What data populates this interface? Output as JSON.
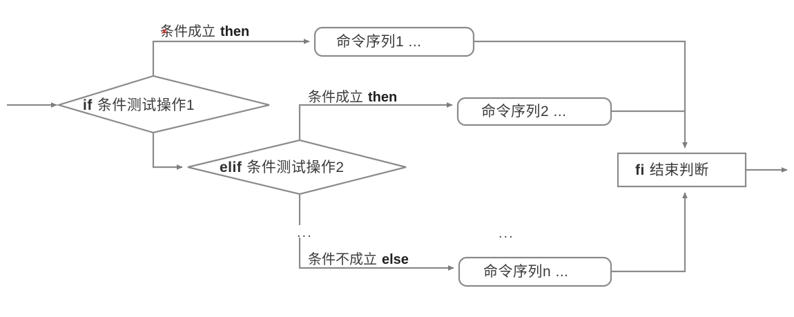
{
  "diagram": {
    "title": "if-elif-else shell conditional flowchart",
    "colors": {
      "stroke": "#8a8a8a",
      "text": "#3b3b3b",
      "background": "#ffffff",
      "annotation": "#d0342c"
    },
    "nodes": {
      "decision1": {
        "keyword": "if",
        "text": "条件测试操作1"
      },
      "decision2": {
        "keyword": "elif",
        "text": "条件测试操作2"
      },
      "command1": {
        "text": "命令序列1 ..."
      },
      "command2": {
        "text": "命令序列2 ..."
      },
      "commandn": {
        "text": "命令序列n ..."
      },
      "end": {
        "keyword": "fi",
        "text": "结束判断"
      }
    },
    "edges": {
      "then1": {
        "condition": "条件成立",
        "keyword": "then"
      },
      "then2": {
        "condition": "条件成立",
        "keyword": "then"
      },
      "else1": {
        "condition": "条件不成立",
        "keyword": "else"
      }
    },
    "ellipsis": {
      "branch": "...",
      "middle": "..."
    }
  }
}
